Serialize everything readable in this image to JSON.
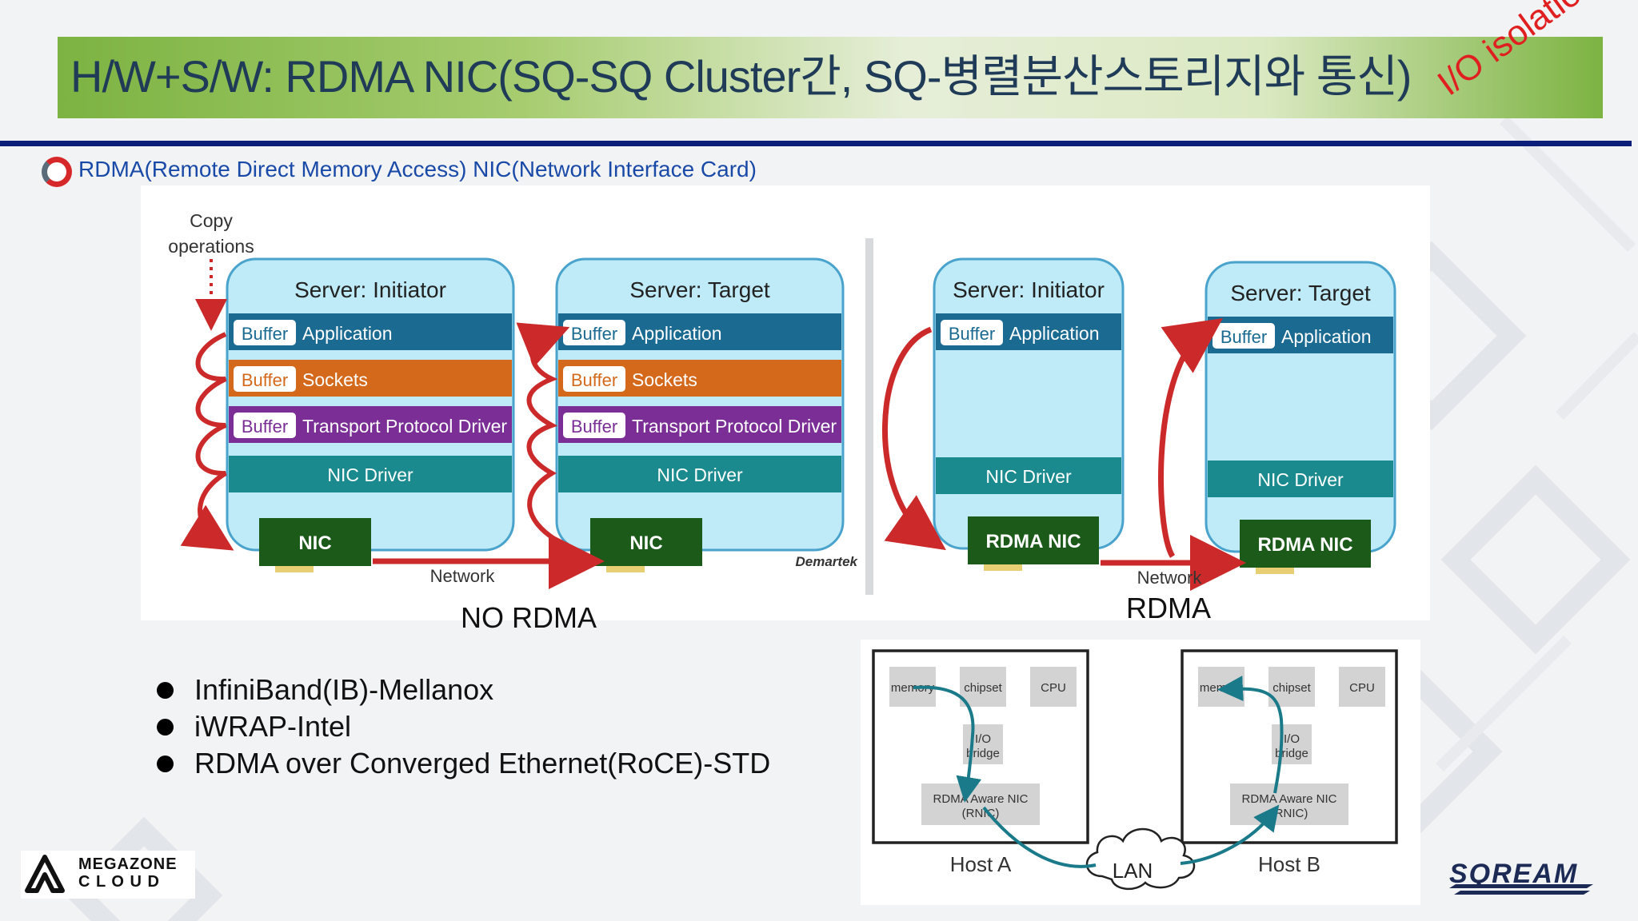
{
  "slide": {
    "title": "H/W+S/W: RDMA NIC(SQ-SQ Cluster간, SQ-병렬분산스토리지와 통신)",
    "stamp": "I/O isolation",
    "subtitle": "RDMA(Remote Direct Memory Access) NIC(Network Interface Card)",
    "captions": {
      "no_rdma": "NO RDMA",
      "rdma": "RDMA"
    },
    "bullets": [
      "InfiniBand(IB)-Mellanox",
      "iWRAP-Intel",
      "RDMA over Converged Ethernet(RoCE)-STD"
    ],
    "logos": {
      "left_line1": "MEGAZONE",
      "left_line2": "C L O U D",
      "right": "SQREAM"
    }
  },
  "stack_diagram": {
    "copy_label_1": "Copy",
    "copy_label_2": "operations",
    "servers": [
      {
        "title": "Server: Initiator",
        "layers": [
          {
            "buffer": "Buffer",
            "label": "Application",
            "kind": "app"
          },
          {
            "buffer": "Buffer",
            "label": "Sockets",
            "kind": "sockets"
          },
          {
            "buffer": "Buffer",
            "label": "Transport Protocol Driver",
            "kind": "transport"
          },
          {
            "buffer": "",
            "label": "NIC Driver",
            "kind": "driver"
          }
        ],
        "nic": "NIC"
      },
      {
        "title": "Server: Target",
        "layers": [
          {
            "buffer": "Buffer",
            "label": "Application",
            "kind": "app"
          },
          {
            "buffer": "Buffer",
            "label": "Sockets",
            "kind": "sockets"
          },
          {
            "buffer": "Buffer",
            "label": "Transport Protocol Driver",
            "kind": "transport"
          },
          {
            "buffer": "",
            "label": "NIC Driver",
            "kind": "driver"
          }
        ],
        "nic": "NIC"
      },
      {
        "title": "Server: Initiator",
        "layers": [
          {
            "buffer": "Buffer",
            "label": "Application",
            "kind": "app"
          },
          {
            "buffer": "",
            "label": "NIC Driver",
            "kind": "driver"
          }
        ],
        "nic": "RDMA NIC"
      },
      {
        "title": "Server: Target",
        "layers": [
          {
            "buffer": "Buffer",
            "label": "Application",
            "kind": "app"
          },
          {
            "buffer": "",
            "label": "NIC Driver",
            "kind": "driver"
          }
        ],
        "nic": "RDMA NIC"
      }
    ],
    "network_label": "Network",
    "brand": "Demartek"
  },
  "hw_diagram": {
    "hosts": [
      {
        "name": "Host A",
        "memory": "memory",
        "chipset": "chipset",
        "cpu": "CPU",
        "bridge_1": "I/O",
        "bridge_2": "bridge",
        "nic_1": "RDMA Aware NIC",
        "nic_2": "(RNIC)"
      },
      {
        "name": "Host B",
        "memory": "memory",
        "chipset": "chipset",
        "cpu": "CPU",
        "bridge_1": "I/O",
        "bridge_2": "bridge",
        "nic_1": "RDMA Aware NIC",
        "nic_2": "(RNIC)"
      }
    ],
    "lan": "LAN"
  },
  "colors": {
    "app": "#1a6a92",
    "sockets": "#d4691c",
    "transport": "#7a2e96",
    "driver": "#1a8a8e",
    "server_fill": "#bfeaf7",
    "server_border": "#4aa3cc",
    "nic": "#1c5a1a",
    "arrow_red": "#cc2a2a",
    "teal_arrow": "#1a7a8a"
  }
}
